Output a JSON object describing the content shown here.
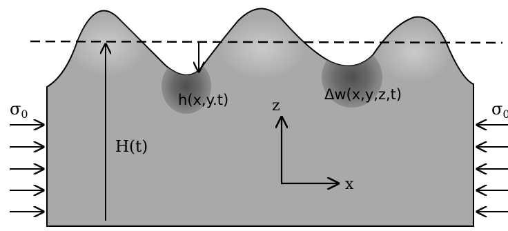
{
  "labels": {
    "stress_left": "σ",
    "stress_left_sub": "0",
    "stress_right": "σ",
    "stress_right_sub": "0",
    "height": "h(x,y.t)",
    "perturbation": "Δw(x,y,z,t)",
    "film_thickness": "H(t)",
    "axis_z": "z",
    "axis_x": "x"
  },
  "colors": {
    "film_fill": "#a9a9a9",
    "film_outline": "#000000",
    "highlight": "#c4c4c4",
    "shadow": "#666666",
    "arrow": "#000000"
  }
}
